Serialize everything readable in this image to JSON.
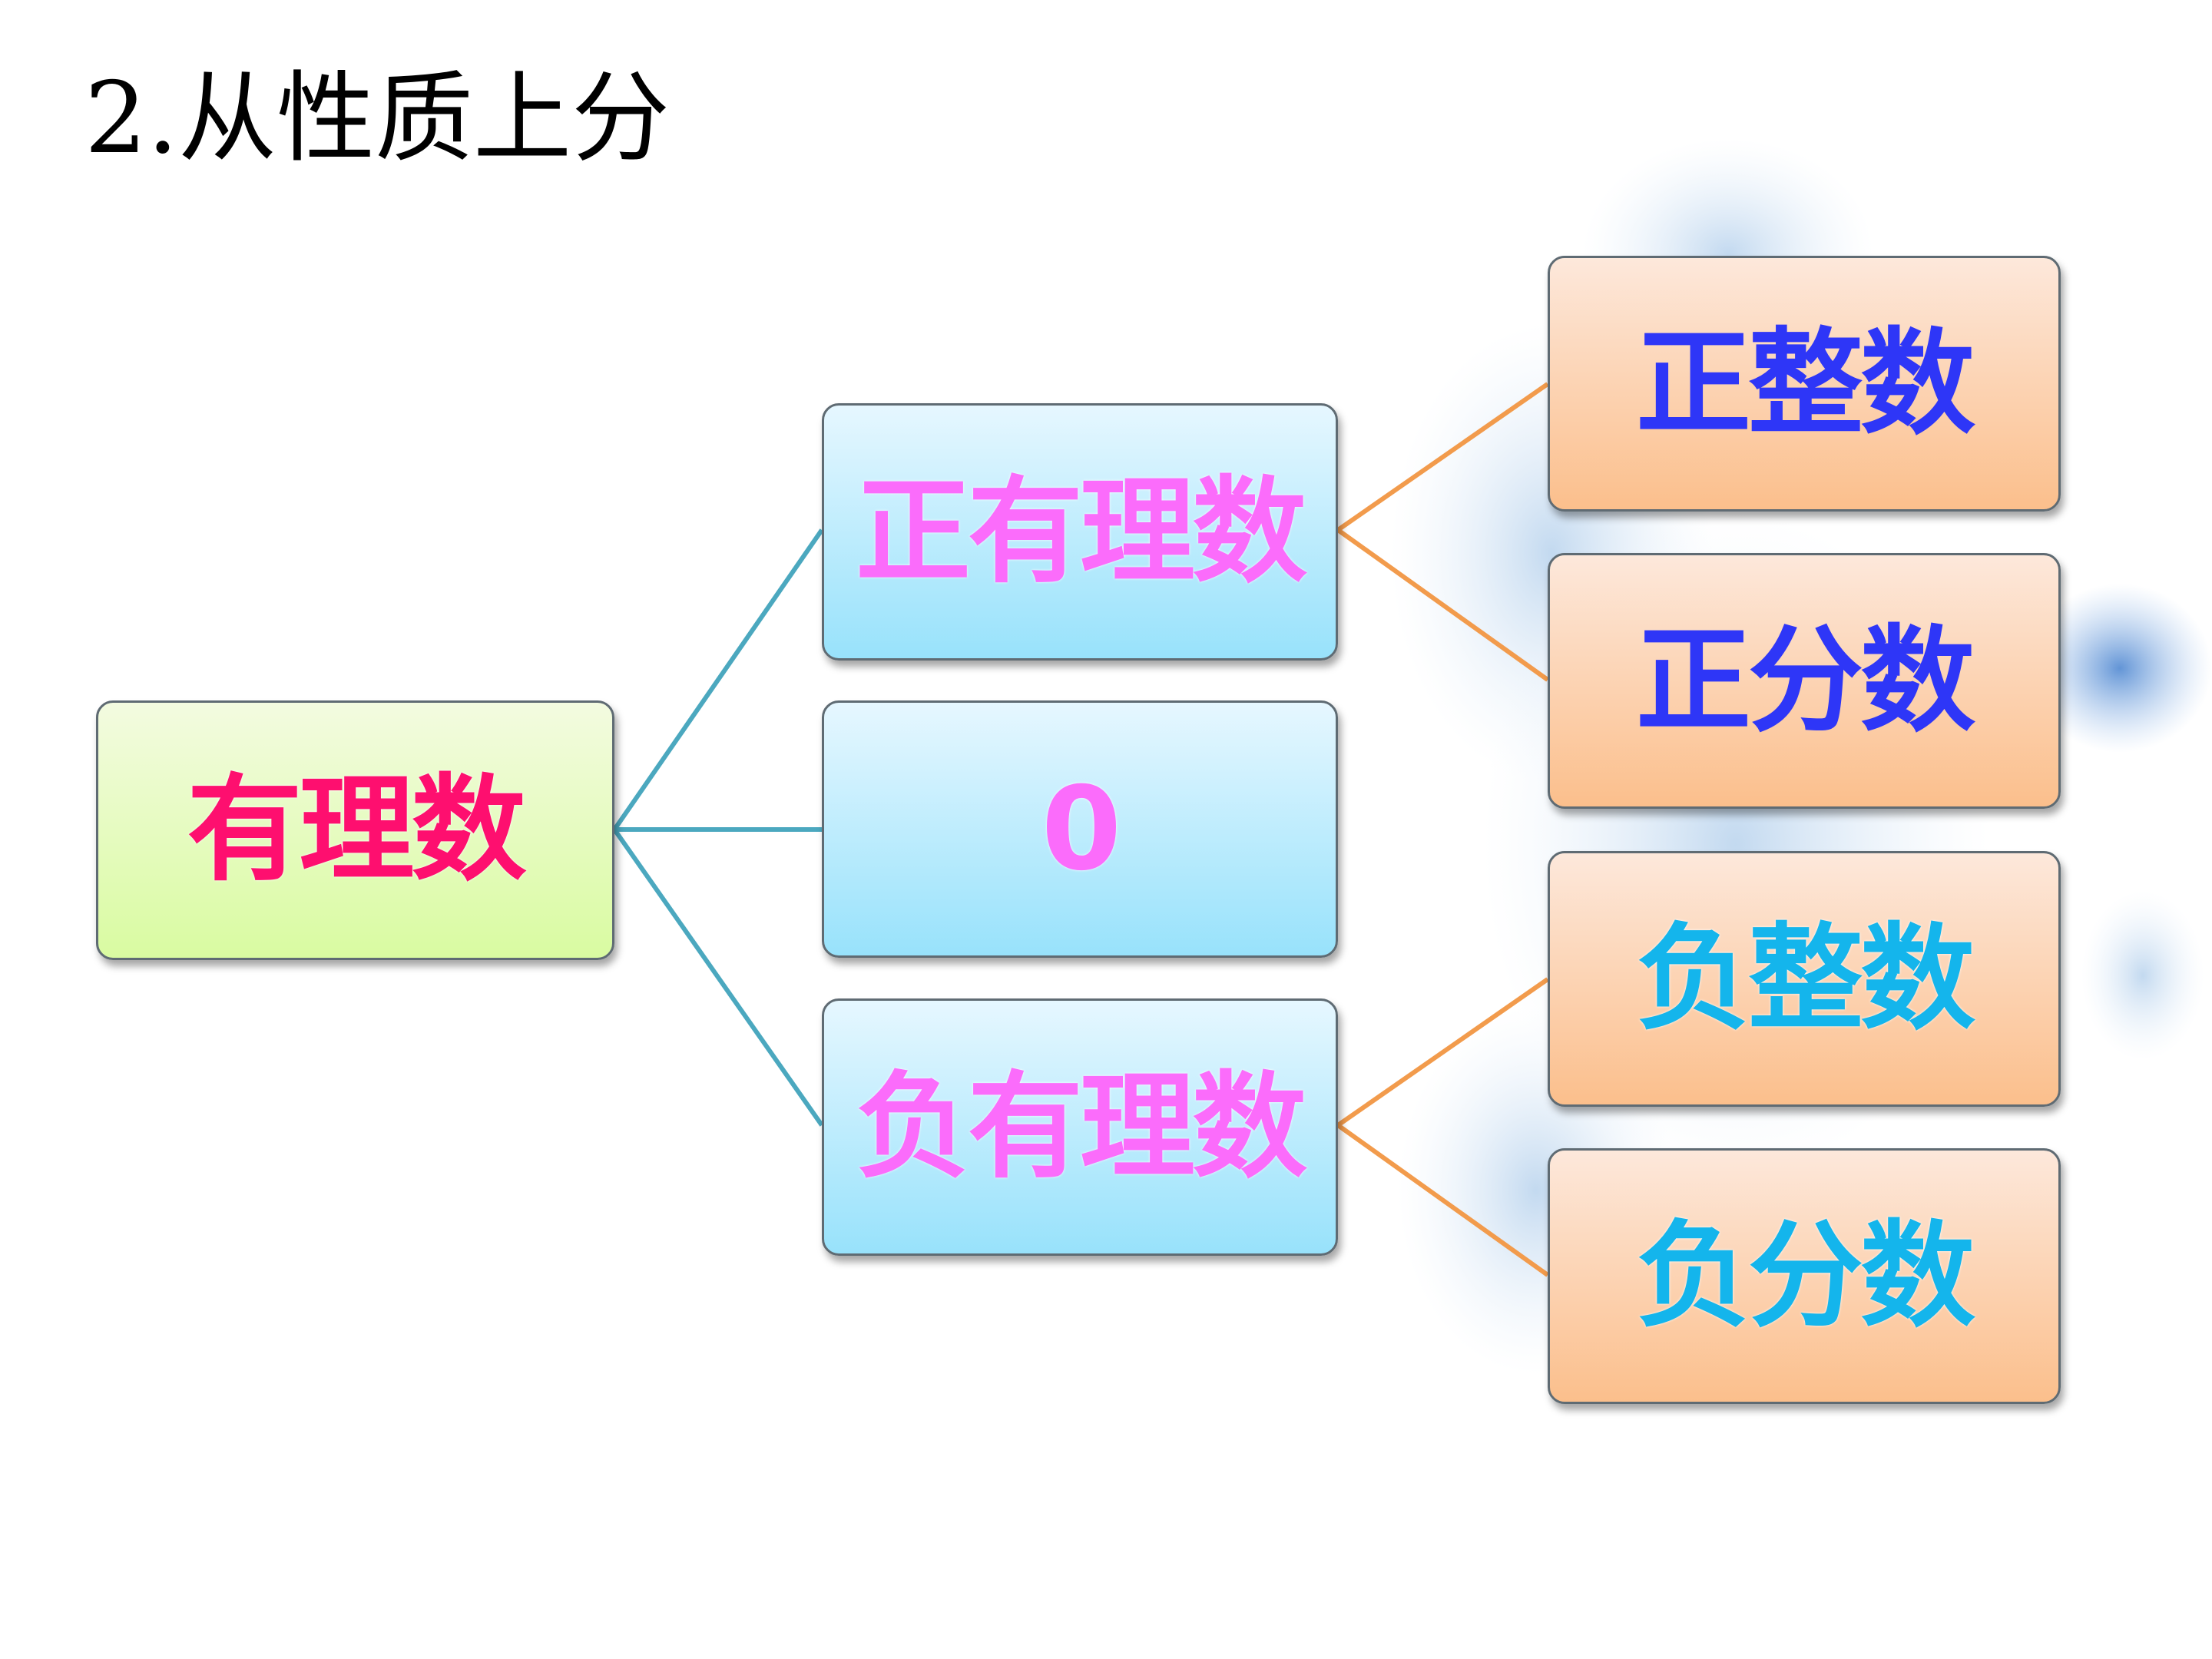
{
  "title": "2.从性质上分",
  "nodes": {
    "root": "有理数",
    "positive_rational": "正有理数",
    "zero": "0",
    "negative_rational": "负有理数",
    "positive_integer": "正整数",
    "positive_fraction": "正分数",
    "negative_integer": "负整数",
    "negative_fraction": "负分数"
  },
  "colors": {
    "root_text": "#fe0f6f",
    "mid_text": "#fb6cfb",
    "positive_leaf_text": "#2e36f7",
    "negative_leaf_text": "#14b5ec",
    "root_to_mid_line": "#4ba8bf",
    "mid_to_leaf_line": "#f29b4c"
  }
}
